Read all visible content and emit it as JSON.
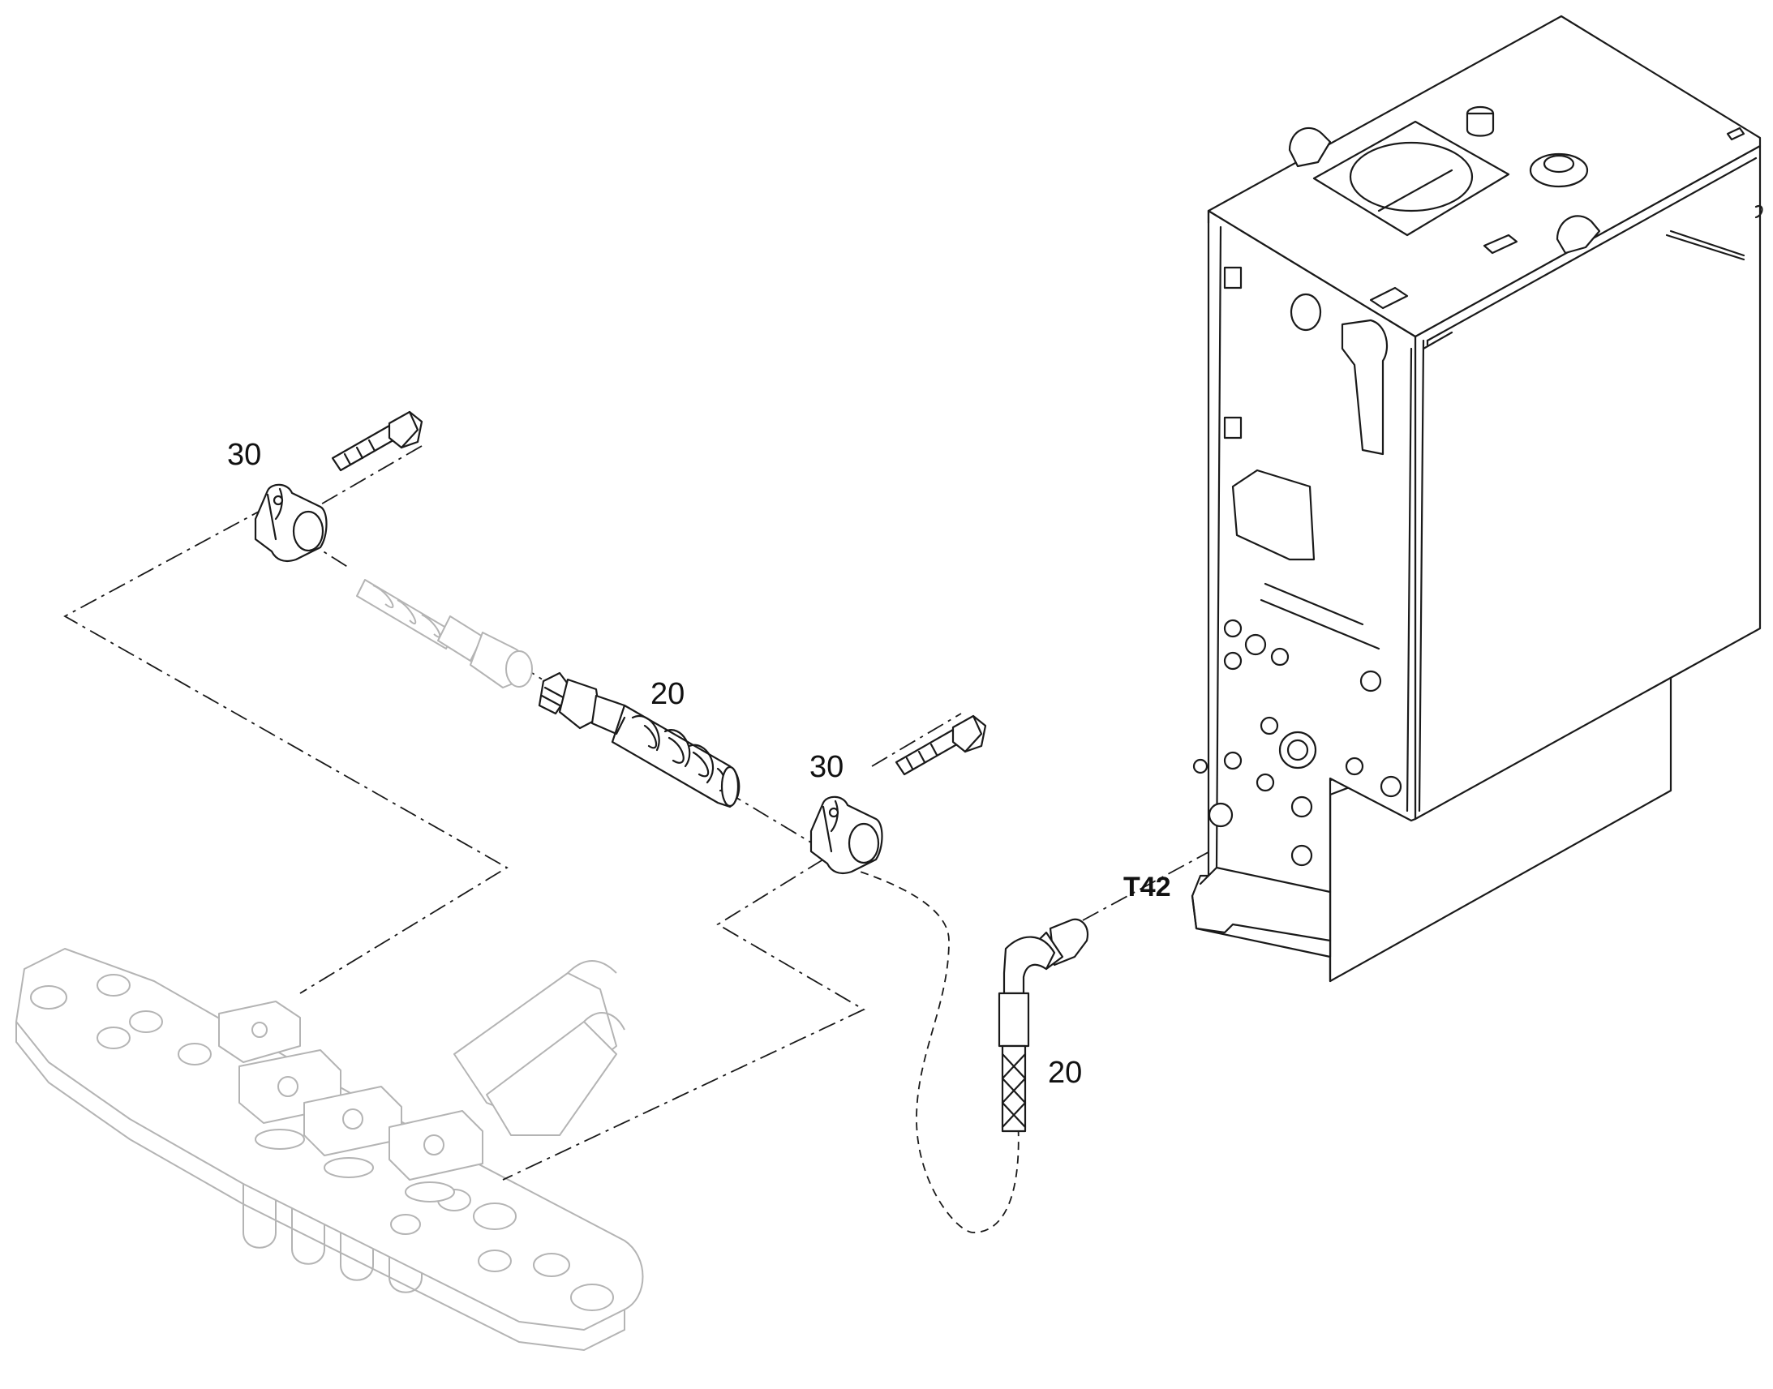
{
  "callouts": {
    "c30_top": "30",
    "c20_mid": "20",
    "c30_mid": "30",
    "c20_low": "20",
    "t42": "T42"
  }
}
